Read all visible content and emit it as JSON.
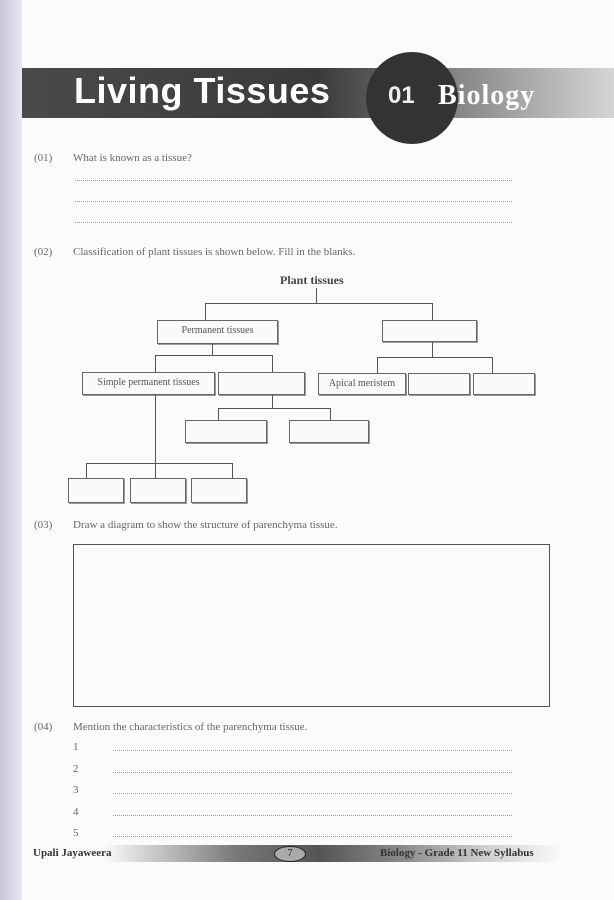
{
  "header": {
    "title": "Living Tissues",
    "number": "01",
    "subject": "Biology"
  },
  "q1": {
    "num": "(01)",
    "text": "What is known as a tissue?"
  },
  "q2": {
    "num": "(02)",
    "text": "Classification of plant tissues is shown below. Fill in the blanks.",
    "diagram": {
      "root": "Plant tissues",
      "permanent": "Permanent tissues",
      "simple_permanent": "Simple permanent tissues",
      "apical": "Apical meristem"
    }
  },
  "q3": {
    "num": "(03)",
    "text": "Draw a diagram to show the structure of parenchyma tissue."
  },
  "q4": {
    "num": "(04)",
    "text": "Mention the characteristics of the parenchyma tissue.",
    "items": [
      "1",
      "2",
      "3",
      "4",
      "5"
    ]
  },
  "footer": {
    "author": "Upali Jayaweera",
    "page": "7",
    "series": "Biology - Grade 11 New Syllabus"
  }
}
